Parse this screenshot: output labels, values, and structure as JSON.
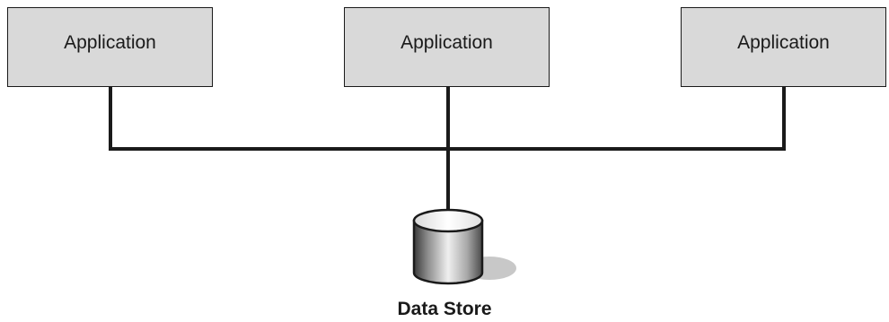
{
  "applications": [
    {
      "label": "Application"
    },
    {
      "label": "Application"
    },
    {
      "label": "Application"
    }
  ],
  "data_store": {
    "label": "Data Store"
  },
  "colors": {
    "box_fill": "#d9d9d9",
    "line": "#1a1a1a",
    "shadow": "#c8c8c8"
  }
}
